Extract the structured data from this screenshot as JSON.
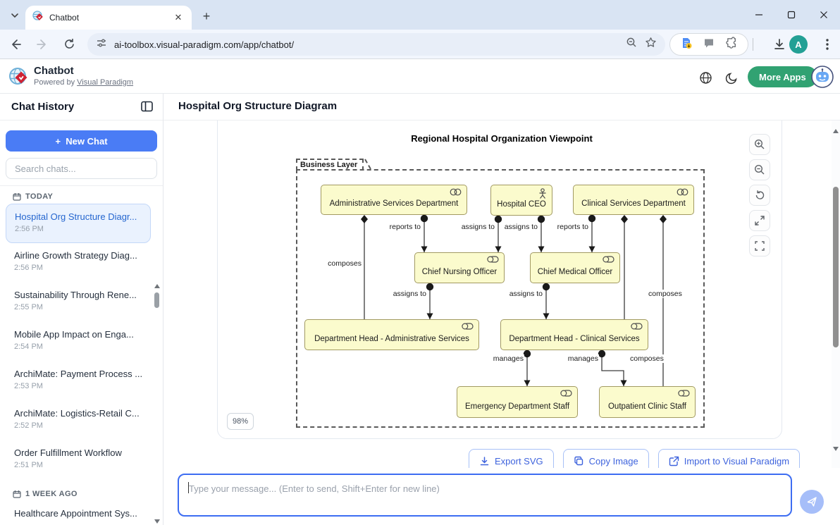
{
  "browser": {
    "tab_title": "Chatbot",
    "url": "ai-toolbox.visual-paradigm.com/app/chatbot/",
    "avatar_initial": "A"
  },
  "app_header": {
    "title": "Chatbot",
    "powered_by_prefix": "Powered by",
    "powered_by_link": "Visual Paradigm",
    "more_apps_label": "More Apps"
  },
  "sidebar": {
    "title": "Chat History",
    "new_chat_label": "New Chat",
    "new_chat_plus": "+",
    "search_placeholder": "Search chats...",
    "sections": [
      {
        "label": "TODAY",
        "items": [
          {
            "title": "Hospital Org Structure Diagr...",
            "time": "2:56 PM",
            "selected": true
          },
          {
            "title": "Airline Growth Strategy Diag...",
            "time": "2:56 PM"
          },
          {
            "title": "Sustainability Through Rene...",
            "time": "2:55 PM"
          },
          {
            "title": "Mobile App Impact on Enga...",
            "time": "2:54 PM"
          },
          {
            "title": "ArchiMate: Payment Process ...",
            "time": "2:53 PM"
          },
          {
            "title": "ArchiMate: Logistics-Retail C...",
            "time": "2:52 PM"
          },
          {
            "title": "Order Fulfillment Workflow",
            "time": "2:51 PM"
          }
        ]
      },
      {
        "label": "1 WEEK AGO",
        "items": [
          {
            "title": "Healthcare Appointment Sys..."
          }
        ]
      }
    ]
  },
  "main": {
    "page_title": "Hospital Org Structure Diagram",
    "zoom_level": "98%",
    "actions": [
      {
        "label": "Export SVG",
        "icon": "download-icon"
      },
      {
        "label": "Copy Image",
        "icon": "copy-icon"
      },
      {
        "label": "Import to Visual Paradigm",
        "icon": "external-link-icon"
      }
    ],
    "composer_placeholder": "Type your message... (Enter to send, Shift+Enter for new line)"
  },
  "diagram": {
    "title": "Regional Hospital Organization Viewpoint",
    "group_label": "Business Layer",
    "nodes": [
      {
        "id": "admin",
        "label": "Administrative Services Department",
        "icon": "collaboration"
      },
      {
        "id": "ceo",
        "label": "Hospital CEO",
        "icon": "actor"
      },
      {
        "id": "clinical",
        "label": "Clinical Services Department",
        "icon": "collaboration"
      },
      {
        "id": "cno",
        "label": "Chief Nursing Officer",
        "icon": "role"
      },
      {
        "id": "cmo",
        "label": "Chief Medical Officer",
        "icon": "role"
      },
      {
        "id": "dh_admin",
        "label": "Department Head - Administrative Services",
        "icon": "role"
      },
      {
        "id": "dh_clinical",
        "label": "Department Head - Clinical Services",
        "icon": "role"
      },
      {
        "id": "emergency",
        "label": "Emergency Department Staff",
        "icon": "role"
      },
      {
        "id": "outpatient",
        "label": "Outpatient Clinic Staff",
        "icon": "role"
      }
    ],
    "edges": [
      {
        "from": "admin",
        "to": "dh_admin",
        "label": "composes",
        "type": "composition"
      },
      {
        "from": "admin",
        "to": "cno",
        "label": "reports to",
        "type": "assignment"
      },
      {
        "from": "ceo",
        "to": "cno",
        "label": "assigns to",
        "type": "assignment"
      },
      {
        "from": "ceo",
        "to": "cmo",
        "label": "assigns to",
        "type": "assignment"
      },
      {
        "from": "clinical",
        "to": "cmo",
        "label": "reports to",
        "type": "assignment"
      },
      {
        "from": "cno",
        "to": "dh_admin",
        "label": "assigns to",
        "type": "assignment"
      },
      {
        "from": "cmo",
        "to": "dh_clinical",
        "label": "assigns to",
        "type": "assignment"
      },
      {
        "from": "dh_clinical",
        "to": "emergency",
        "label": "manages",
        "type": "assignment"
      },
      {
        "from": "dh_clinical",
        "to": "outpatient",
        "label": "manages",
        "type": "assignment"
      },
      {
        "from": "clinical",
        "to": "dh_clinical",
        "label": "composes",
        "type": "composition"
      },
      {
        "from": "clinical",
        "to": "outpatient",
        "label": "composes",
        "type": "composition"
      }
    ]
  }
}
